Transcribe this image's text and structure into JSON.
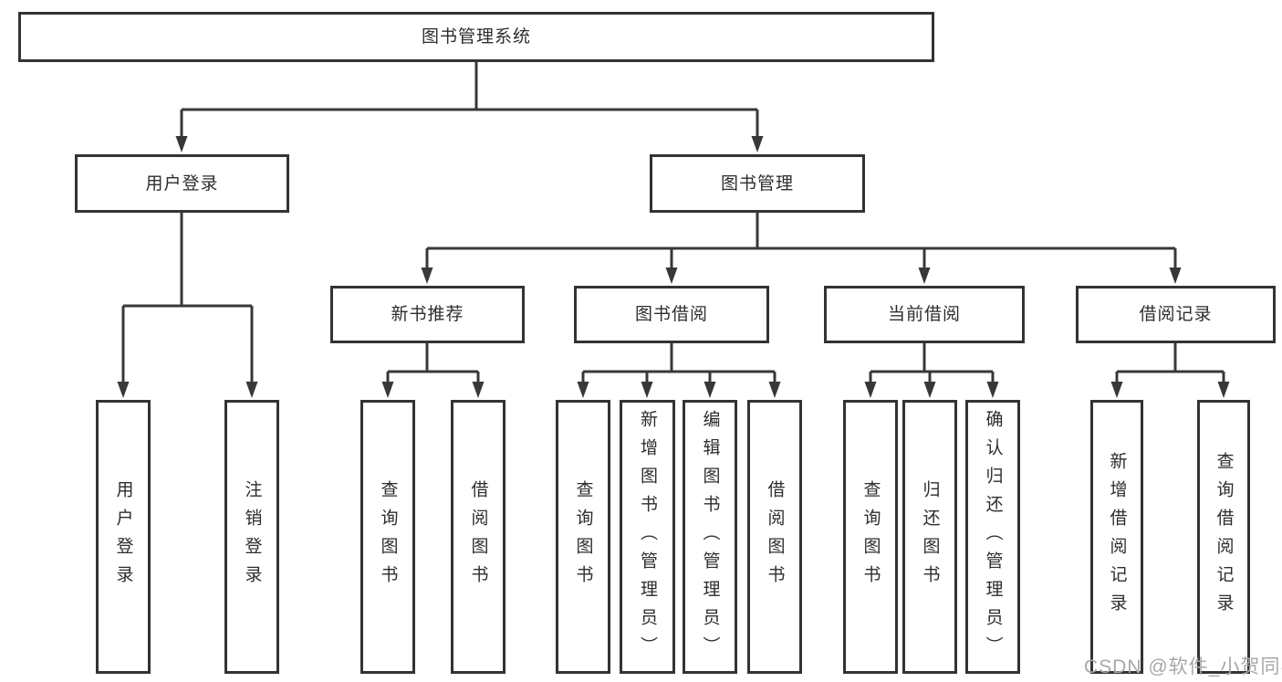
{
  "diagram": {
    "title": "图书管理系统",
    "nodes": {
      "root": "图书管理系统",
      "user_login": "用户登录",
      "book_mgmt": "图书管理",
      "new_book_rec": "新书推荐",
      "book_borrow": "图书借阅",
      "current_borrow": "当前借阅",
      "borrow_record": "借阅记录",
      "leaf_user_login": "用户登录",
      "leaf_logout": "注销登录",
      "leaf_query_book_1": "查询图书",
      "leaf_borrow_book_1": "借阅图书",
      "leaf_query_book_2": "查询图书",
      "leaf_add_book": "新增图书（管理员）",
      "leaf_edit_book": "编辑图书（管理员）",
      "leaf_borrow_book_2": "借阅图书",
      "leaf_query_book_3": "查询图书",
      "leaf_return_book": "归还图书",
      "leaf_confirm_return": "确认归还（管理员）",
      "leaf_add_record": "新增借阅记录",
      "leaf_query_record": "查询借阅记录"
    },
    "edges": [
      [
        "图书管理系统",
        "用户登录"
      ],
      [
        "图书管理系统",
        "图书管理"
      ],
      [
        "用户登录",
        "用户登录"
      ],
      [
        "用户登录",
        "注销登录"
      ],
      [
        "图书管理",
        "新书推荐"
      ],
      [
        "图书管理",
        "图书借阅"
      ],
      [
        "图书管理",
        "当前借阅"
      ],
      [
        "图书管理",
        "借阅记录"
      ],
      [
        "新书推荐",
        "查询图书"
      ],
      [
        "新书推荐",
        "借阅图书"
      ],
      [
        "图书借阅",
        "查询图书"
      ],
      [
        "图书借阅",
        "新增图书（管理员）"
      ],
      [
        "图书借阅",
        "编辑图书（管理员）"
      ],
      [
        "图书借阅",
        "借阅图书"
      ],
      [
        "当前借阅",
        "查询图书"
      ],
      [
        "当前借阅",
        "归还图书"
      ],
      [
        "当前借阅",
        "确认归还（管理员）"
      ],
      [
        "借阅记录",
        "新增借阅记录"
      ],
      [
        "借阅记录",
        "查询借阅记录"
      ]
    ],
    "watermark": "CSDN @软件_小贺同学",
    "colors": {
      "line": "#383838",
      "border": "#333333",
      "text": "#2d2d2d",
      "watermark": "#a8a8a8",
      "background": "#ffffff"
    }
  }
}
